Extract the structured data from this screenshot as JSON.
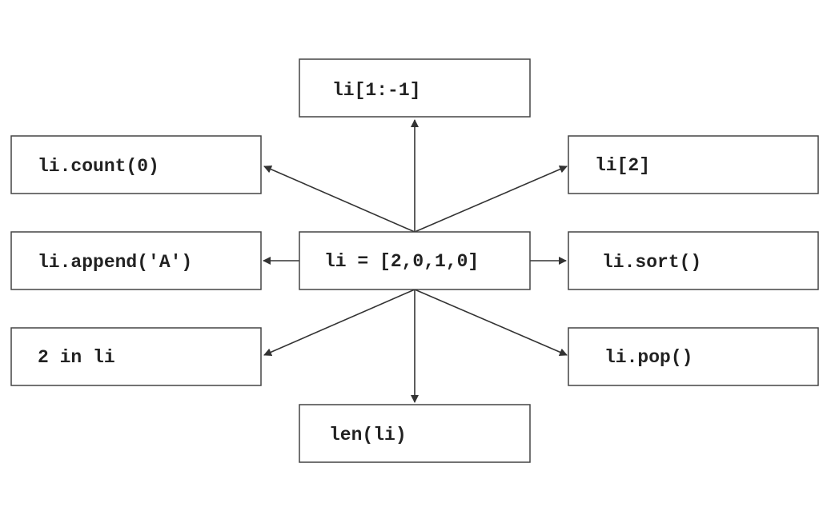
{
  "diagram": {
    "colors": {
      "box_stroke": "#444444",
      "text": "#222222",
      "arrow": "#333333",
      "background": "#ffffff"
    },
    "nodes": {
      "center": "li = [2,0,1,0]",
      "top": "li[1:-1]",
      "top_left": "li.count(0)",
      "top_right": "li[2]",
      "left": "li.append('A')",
      "right": "li.sort()",
      "bottom_left": "2 in li",
      "bottom_right": "li.pop()",
      "bottom": "len(li)"
    },
    "edges": [
      {
        "from": "center",
        "to": "top"
      },
      {
        "from": "center",
        "to": "top_left"
      },
      {
        "from": "center",
        "to": "top_right"
      },
      {
        "from": "center",
        "to": "left"
      },
      {
        "from": "center",
        "to": "right"
      },
      {
        "from": "center",
        "to": "bottom_left"
      },
      {
        "from": "center",
        "to": "bottom_right"
      },
      {
        "from": "center",
        "to": "bottom"
      }
    ]
  }
}
